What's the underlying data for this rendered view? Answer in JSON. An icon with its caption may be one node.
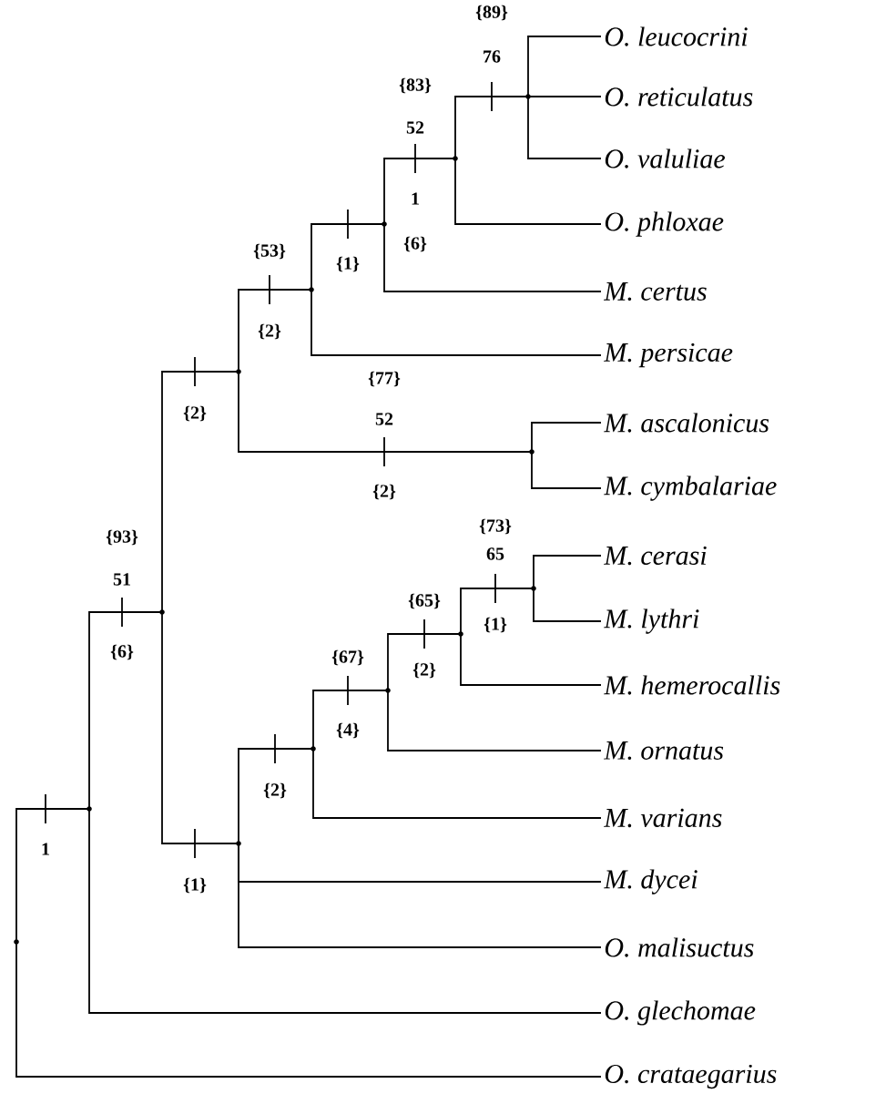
{
  "diagram": {
    "nodes": [
      {
        "text": [
          "*O. leucocrini*"
        ]
      },
      {
        "text": [
          "*O. reticulatus*"
        ]
      },
      {
        "text": [
          "*O. valuliae*"
        ]
      },
      {
        "text": [
          "*O. phloxae*"
        ]
      },
      {
        "text": [
          "*M. certus*"
        ]
      },
      {
        "text": [
          "*M. persicae*"
        ]
      },
      {
        "text": [
          "*M. ascalonicus*"
        ]
      },
      {
        "text": [
          "*M. cymbalariae*"
        ]
      },
      {
        "text": [
          "*M. cerasi*"
        ]
      },
      {
        "text": [
          "*M. lythri*"
        ]
      },
      {
        "text": [
          "*M. hemerocallis*"
        ]
      },
      {
        "text": [
          "*M. ornatus*"
        ]
      },
      {
        "text": [
          "*M. varians*"
        ]
      },
      {
        "text": [
          "*M. dycei*"
        ]
      },
      {
        "text": [
          "*O. malisuctus*"
        ]
      },
      {
        "text": [
          "*O. glechomae*"
        ]
      },
      {
        "text": [
          "*O. crataegarius*"
        ]
      },
      {
        "text": [],
        "shape": "point"
      },
      {
        "text": [],
        "shape": "point"
      },
      {
        "text": [],
        "shape": "point"
      },
      {
        "text": [],
        "shape": "point"
      },
      {
        "text": [],
        "shape": "point"
      },
      {
        "text": [],
        "shape": "point"
      },
      {
        "text": [],
        "shape": "point"
      },
      {
        "text": [],
        "shape": "point"
      },
      {
        "text": [],
        "shape": "point"
      },
      {
        "text": [],
        "shape": "point"
      },
      {
        "text": [],
        "shape": "point"
      },
      {
        "text": [],
        "shape": "point"
      },
      {
        "text": [],
        "shape": "point"
      },
      {
        "text": [],
        "shape": "point"
      }
    ],
    "edges": [
      {
        "from": 17,
        "to": 0,
        "arrow": "none"
      },
      {
        "from": 17,
        "to": 1,
        "arrow": "none"
      },
      {
        "from": 17,
        "to": 2,
        "arrow": "none"
      },
      {
        "from": 18,
        "to": 17,
        "arrow": "none"
      },
      {
        "from": 18,
        "to": 3,
        "arrow": "none"
      },
      {
        "from": 19,
        "to": 18,
        "arrow": "none"
      },
      {
        "from": 19,
        "to": 4,
        "arrow": "none"
      },
      {
        "from": 20,
        "to": 19,
        "arrow": "none"
      },
      {
        "from": 20,
        "to": 5,
        "arrow": "none"
      },
      {
        "from": 21,
        "to": 6,
        "arrow": "none"
      },
      {
        "from": 21,
        "to": 7,
        "arrow": "none"
      },
      {
        "from": 22,
        "to": 20,
        "arrow": "none"
      },
      {
        "from": 22,
        "to": 21,
        "arrow": "none"
      },
      {
        "from": 23,
        "to": 8,
        "arrow": "none"
      },
      {
        "from": 23,
        "to": 9,
        "arrow": "none"
      },
      {
        "from": 24,
        "to": 23,
        "arrow": "none"
      },
      {
        "from": 24,
        "to": 10,
        "arrow": "none"
      },
      {
        "from": 25,
        "to": 24,
        "arrow": "none"
      },
      {
        "from": 25,
        "to": 11,
        "arrow": "none"
      },
      {
        "from": 26,
        "to": 25,
        "arrow": "none"
      },
      {
        "from": 26,
        "to": 12,
        "arrow": "none"
      },
      {
        "from": 27,
        "to": 26,
        "arrow": "none"
      },
      {
        "from": 27,
        "to": 13,
        "arrow": "none"
      },
      {
        "from": 27,
        "to": 14,
        "arrow": "none"
      },
      {
        "from": 28,
        "to": 22,
        "arrow": "none"
      },
      {
        "from": 28,
        "to": 27,
        "arrow": "none"
      },
      {
        "from": 29,
        "to": 28,
        "arrow": "none"
      },
      {
        "from": 29,
        "to": 15,
        "arrow": "none"
      },
      {
        "from": 30,
        "to": 29,
        "arrow": "none"
      },
      {
        "from": 30,
        "to": 16,
        "arrow": "none"
      }
    ],
    "labels": [
      "{89}",
      "76",
      "{83}",
      "52",
      "1",
      "{6}",
      "{53}",
      "{1}",
      "{2}",
      "{77}",
      "{2}",
      "52",
      "{2}",
      "{73}",
      "65",
      "{93}",
      "{65}",
      "{1}",
      "{67}",
      "51",
      "{6}",
      "{2}",
      "{4}",
      "{2}",
      "1",
      "{1}"
    ]
  }
}
